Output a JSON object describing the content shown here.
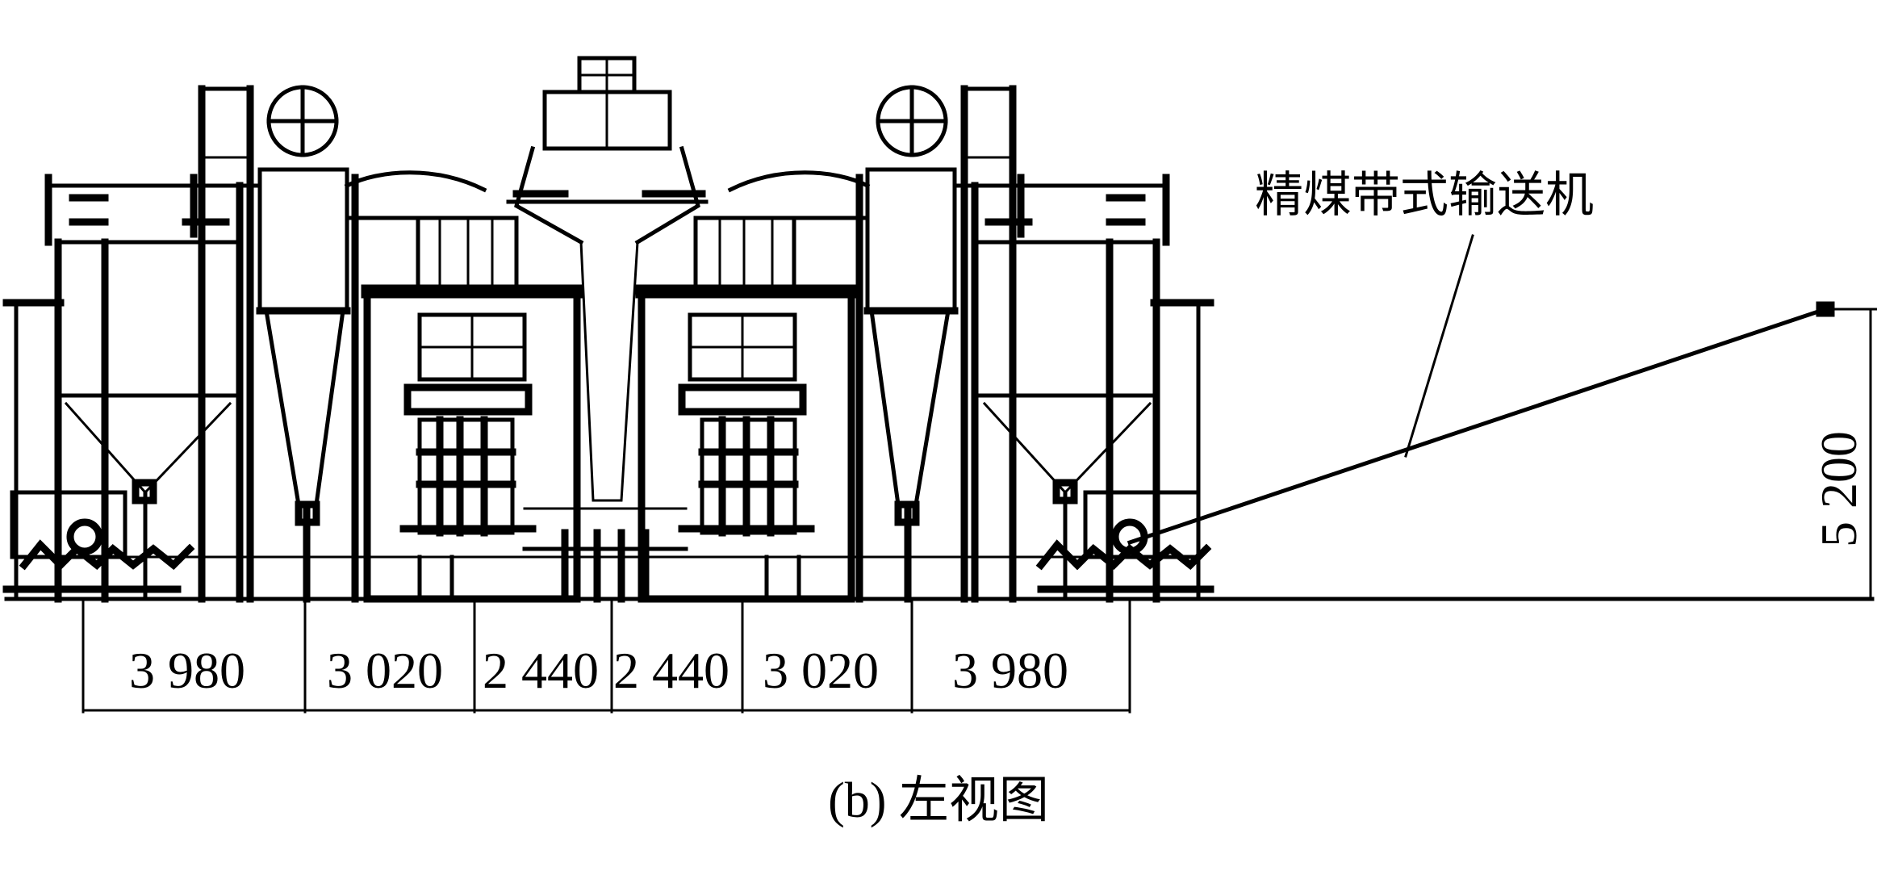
{
  "drawing": {
    "callout_label": "精煤带式输送机",
    "dimensions": {
      "widths": [
        "3 980",
        "3 020",
        "2 440",
        "2 440",
        "3 020",
        "3 980"
      ],
      "height": "5 200"
    },
    "caption": "(b) 左视图"
  }
}
